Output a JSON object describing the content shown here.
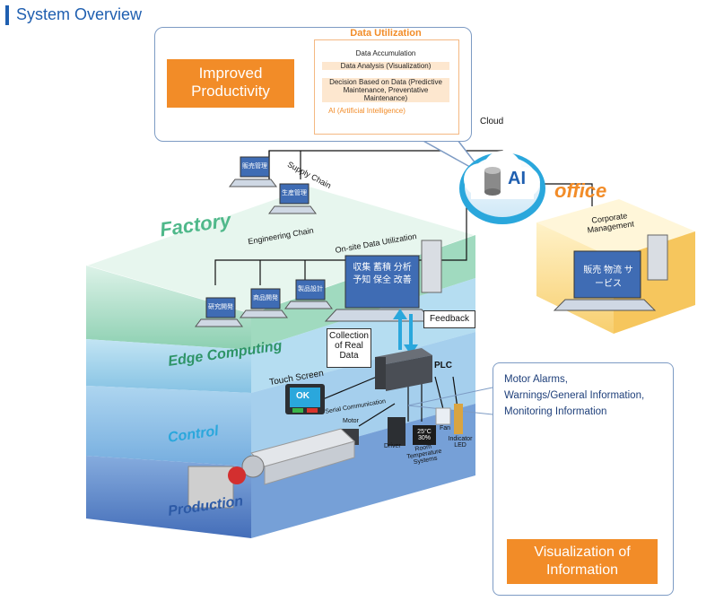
{
  "header": {
    "title": "System Overview"
  },
  "callout": {
    "improved_productivity": "Improved Productivity",
    "data_utilization_title": "Data Utilization",
    "rows": [
      "Data Accumulation",
      "Data Analysis (Visualization)",
      "Decision Based on Data (Predictive Maintenance, Preventative Maintenance)",
      "AI (Artificial Intelligence)"
    ]
  },
  "cloud": {
    "label": "Cloud",
    "ai": "AI"
  },
  "office": {
    "label": "office",
    "corporate": "Corporate Management",
    "screen_text": "販売 物流 サービス"
  },
  "layers": {
    "factory": "Factory",
    "edge": "Edge Computing",
    "control": "Control",
    "production": "Production"
  },
  "chains": {
    "supply": "Supply Chain",
    "engineering": "Engineering Chain",
    "onsite": "On-site Data Utilization"
  },
  "laptops": {
    "supply": [
      "販売管理",
      "生産管理"
    ],
    "engineering": [
      "研究開発",
      "商品開発",
      "製品設計"
    ],
    "onsite": "収集 蓄積 分析 予知 保全 改善"
  },
  "edge": {
    "collection": "Collection of Real Data",
    "feedback": "Feedback",
    "plc": "PLC"
  },
  "control": {
    "touch_screen": "Touch Screen",
    "ok": "OK",
    "serial": "Serial Communication",
    "motor": "Motor",
    "driver": "Driver",
    "room_temp": "Room Temperature Systems",
    "temp_display": "25°C 30%",
    "fan": "Fan",
    "indicator": "Indicator LED"
  },
  "visualization": {
    "info_lines": [
      "Motor Alarms,",
      "Warnings/General Information,",
      "Monitoring Information"
    ],
    "button": "Visualization of Information"
  },
  "colors": {
    "orange": "#f28c28",
    "blue_title": "#1f5fb0",
    "factory_green": "#6cc3a0",
    "edge_blue": "#6cb8e0",
    "control_blue": "#5aa7dc",
    "production_blue": "#3f77c2"
  }
}
